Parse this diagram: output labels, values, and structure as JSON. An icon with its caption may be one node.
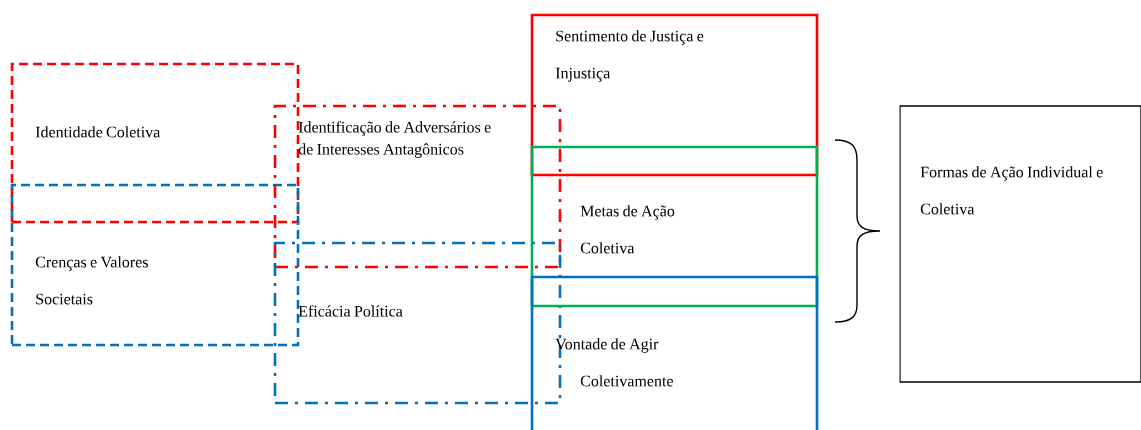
{
  "diagram": {
    "nodes": [
      {
        "text": [
          "Identidade Coletiva"
        ]
      },
      {
        "text": [
          "Crenças e Valores Societais"
        ]
      },
      {
        "text": [
          "Identificação de Adversários e de Interesses Antagônicos"
        ]
      },
      {
        "text": [
          "Eficácia Política"
        ]
      },
      {
        "text": [
          "Sentimento de Justiça e Injustiça"
        ]
      },
      {
        "text": [
          "Metas de Ação Coletiva"
        ]
      },
      {
        "text": [
          "Vontade de Agir Coletivamente"
        ]
      },
      {
        "text": [
          "Formas de Ação Individual e Coletiva"
        ]
      }
    ]
  }
}
